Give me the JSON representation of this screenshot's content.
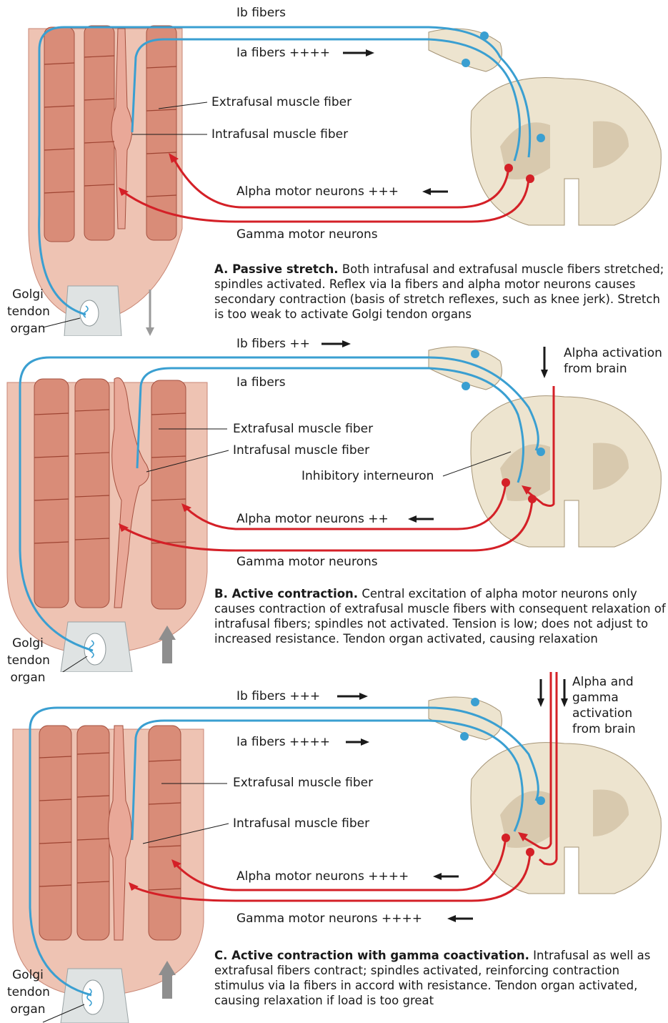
{
  "panelA": {
    "ib": "Ib fibers",
    "ia": "Ia fibers ++++",
    "extrafusal": "Extrafusal muscle fiber",
    "intrafusal": "Intrafusal muscle fiber",
    "alpha": "Alpha motor neurons +++",
    "gamma": "Gamma motor neurons",
    "golgi": [
      "Golgi",
      "tendon",
      "organ"
    ],
    "caption_title": "A. Passive stretch.",
    "caption_text": " Both intrafusal and extrafusal muscle fibers stretched; spindles activated. Reflex via Ia fibers and alpha motor neurons causes secondary contraction (basis of stretch reflexes, such as knee jerk). Stretch is too weak to activate Golgi tendon organs"
  },
  "panelB": {
    "ib": "Ib fibers ++",
    "ia": "Ia fibers",
    "extrafusal": "Extrafusal muscle fiber",
    "intrafusal": "Intrafusal muscle fiber",
    "inhibitory": "Inhibitory interneuron",
    "alpha": "Alpha motor neurons ++",
    "gamma": "Gamma motor neurons",
    "brain": [
      "Alpha activation",
      "from brain"
    ],
    "golgi": [
      "Golgi",
      "tendon",
      "organ"
    ],
    "caption_title": "B. Active contraction.",
    "caption_text": " Central excitation of alpha motor neurons only causes contraction of extrafusal muscle fibers with consequent relaxation of intrafusal fibers; spindles not activated. Tension is low; does not adjust to increased resistance. Tendon organ activated, causing relaxation"
  },
  "panelC": {
    "ib": "Ib fibers +++",
    "ia": "Ia fibers ++++",
    "extrafusal": "Extrafusal muscle fiber",
    "intrafusal": "Intrafusal muscle fiber",
    "alpha": "Alpha motor neurons ++++",
    "gamma": "Gamma motor neurons ++++",
    "brain": [
      "Alpha and",
      "gamma",
      "activation",
      "from brain"
    ],
    "golgi": [
      "Golgi",
      "tendon",
      "organ"
    ],
    "caption_title": "C. Active contraction with gamma coactivation.",
    "caption_text": " Intrafusal as well as extrafusal fibers contract; spindles activated, reinforcing contraction stimulus via Ia fibers in accord with resistance. Tendon organ activated, causing relaxation if load is too great"
  },
  "colors": {
    "sensory": "#3a9fd1",
    "motor": "#d42027",
    "muscle": "#e8a38f",
    "muscle_band": "#b8533f",
    "cord": "#ede4cf",
    "gray_matter": "#d8c9ae",
    "tendon": "#dfe3e3"
  }
}
